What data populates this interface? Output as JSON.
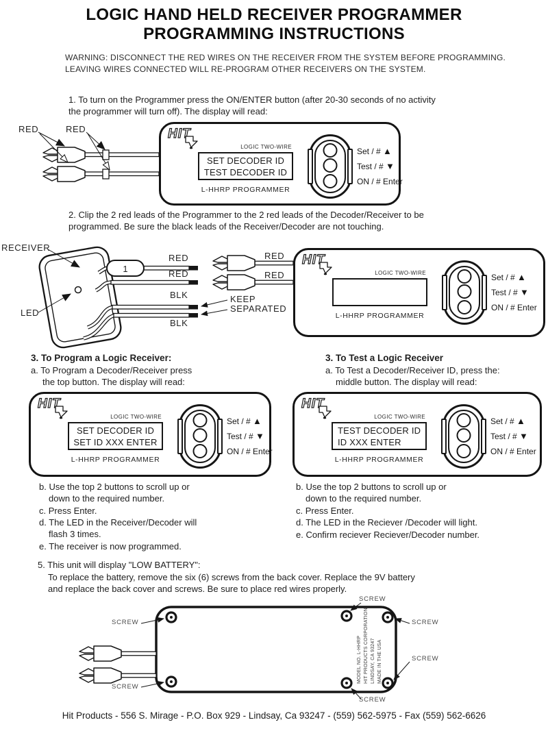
{
  "title": {
    "line1": "LOGIC HAND HELD RECEIVER PROGRAMMER",
    "line2": "PROGRAMMING INSTRUCTIONS"
  },
  "warning": {
    "line1": "WARNING: DISCONNECT THE RED WIRES ON THE RECEIVER FROM THE SYSTEM BEFORE PROGRAMMING.",
    "line2": "LEAVING WIRES CONNECTED WILL RE-PROGRAM OTHER RECEIVERS ON THE SYSTEM."
  },
  "steps": {
    "step1_line1": "1. To turn on the Programmer press the ON/ENTER button (after 20-30 seconds of no activity",
    "step1_line2": "the programmer will turn off). The display will read:",
    "step2_line1": "2. Clip the 2 red leads of the Programmer to the 2 red leads of the Decoder/Receiver to be",
    "step2_line2": "programmed. Be sure the black leads of the Receiver/Decoder are not touching.",
    "step5_line1": "5. This unit will display \"LOW BATTERY\":",
    "step5_line2": "To replace the battery, remove the six (6) screws from the back cover. Replace the 9V battery",
    "step5_line3": "and replace the back cover and screws. Be sure to place red wires properly."
  },
  "device": {
    "brand": "HIT",
    "header_label": "LOGIC TWO-WIRE",
    "footer_label": "L-HHRP PROGRAMMER",
    "btn_set": "Set / #",
    "btn_test": "Test / #",
    "btn_enter": "ON / # Enter",
    "arrow_up": "▲",
    "arrow_down": "▼"
  },
  "displays": {
    "on": {
      "line1": "SET DECODER ID",
      "line2": "TEST DECODER ID"
    },
    "blank": {
      "line1": "",
      "line2": ""
    },
    "program": {
      "line1": "SET DECODER ID",
      "line2": "SET ID XXX ENTER"
    },
    "test": {
      "line1": "TEST DECODER ID",
      "line2": "ID XXX ENTER"
    }
  },
  "diagram1": {
    "red1": "RED",
    "red2": "RED"
  },
  "diagram2": {
    "receiver_label": "RECEIVER",
    "led_label": "LED",
    "terminal_number": "1",
    "wire_red1": "RED",
    "wire_red2": "RED",
    "wire_blk1": "BLK",
    "wire_blk2": "BLK",
    "clip_red1": "RED",
    "clip_red2": "RED",
    "keep_line1": "KEEP",
    "keep_line2": "SEPARATED"
  },
  "program_section": {
    "heading": "3. To Program a Logic Receiver:",
    "a1": "a. To Program a Decoder/Receiver press",
    "a2": "the top button. The display will read:",
    "items": [
      "b. Use the top 2 buttons to scroll up or",
      "down to the required number.",
      "c. Press Enter.",
      "d. The LED in the Receiver/Decoder will",
      "flash 3 times.",
      "e. The receiver is now programmed."
    ]
  },
  "test_section": {
    "heading": "3. To Test a Logic Receiver",
    "a1": "a. To Test a Decoder/Receiver ID, press the:",
    "a2": "middle button. The display will read:",
    "items": [
      "b. Use the top 2 buttons to scroll up or",
      "down to the required number.",
      "c. Press Enter.",
      "d. The LED in the Reciever /Decoder will light.",
      "e. Confirm reciever Reciever/Decoder number."
    ]
  },
  "back_diagram": {
    "screw": "SCREW",
    "plate_line1": "MODEL NO.  L-HHRP",
    "plate_line2": "HIT PRODUCTS CORPORATION",
    "plate_line3": "LINDSAY, CA  93247",
    "plate_line4": "MADE IN THE USA"
  },
  "footer": "Hit Products - 556 S. Mirage - P.O. Box 929 - Lindsay, Ca 93247 - (559) 562-5975 - Fax (559) 562-6626"
}
